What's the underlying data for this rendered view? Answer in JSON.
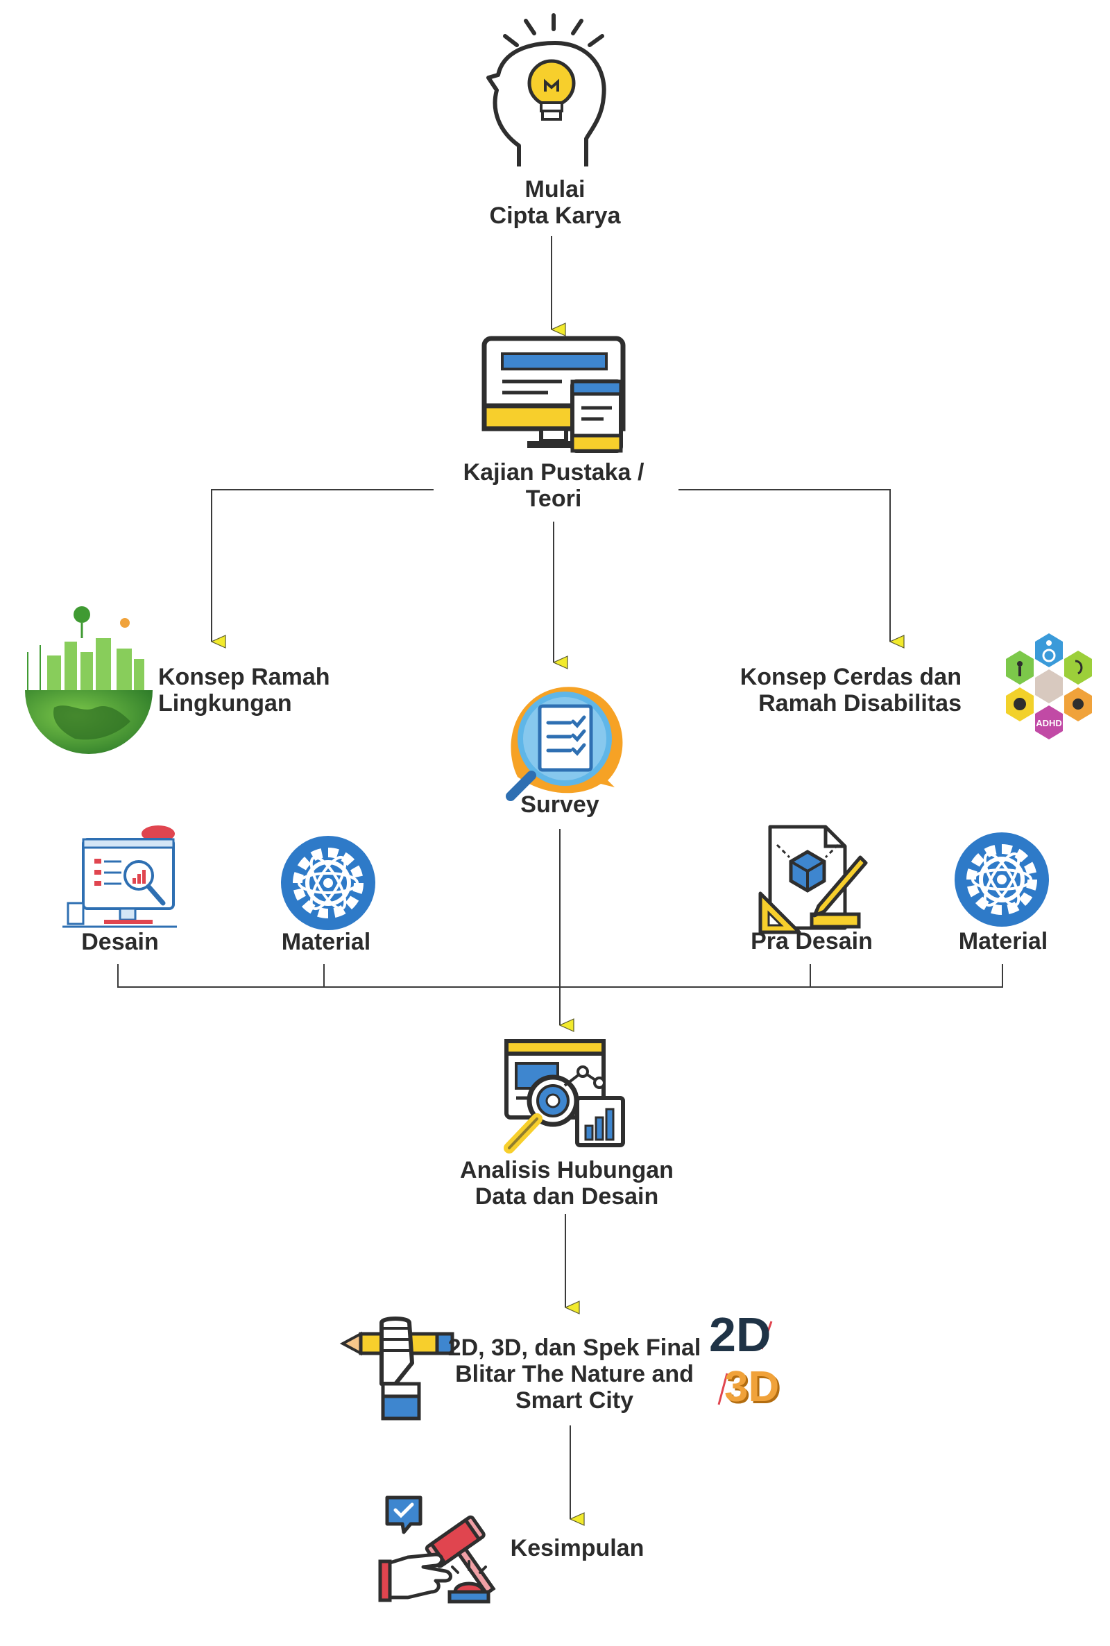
{
  "nodes": {
    "start": {
      "lines": [
        "Mulai",
        "Cipta Karya"
      ]
    },
    "literature": {
      "lines": [
        "Kajian Pustaka /",
        "Teori"
      ]
    },
    "eco": {
      "lines": [
        "Konsep Ramah",
        "Lingkungan"
      ]
    },
    "survey": {
      "lines": [
        "Survey"
      ]
    },
    "smart": {
      "lines": [
        "Konsep Cerdas dan",
        "Ramah Disabilitas"
      ]
    },
    "desain": {
      "lines": [
        "Desain"
      ]
    },
    "material_left": {
      "lines": [
        "Material"
      ]
    },
    "pradesain": {
      "lines": [
        "Pra Desain"
      ]
    },
    "material_right": {
      "lines": [
        "Material"
      ]
    },
    "analysis": {
      "lines": [
        "Analisis Hubungan",
        "Data dan Desain"
      ]
    },
    "final": {
      "lines": [
        "2D, 3D, dan Spek Final",
        "Blitar The Nature and",
        "Smart City"
      ]
    },
    "conclusion": {
      "lines": [
        "Kesimpulan"
      ]
    }
  },
  "badge_2d3d": {
    "top": "2D",
    "bottom": "3D"
  },
  "adhd_label": "ADHD",
  "icons": {
    "start": "lightbulb-head-icon",
    "literature": "computer-monitor-icon",
    "eco": "green-earth-city-icon",
    "survey": "survey-magnifier-icon",
    "smart": "disability-hexagon-icon",
    "desain": "design-monitor-icon",
    "material_left": "gear-atom-icon",
    "pradesain": "blueprint-cube-icon",
    "material_right": "gear-atom-icon",
    "analysis": "data-analysis-icon",
    "final": "hand-pencil-icon",
    "conclusion": "gavel-hand-icon"
  },
  "colors": {
    "text": "#2b2b2b",
    "line": "#3a3a3a",
    "arrow": "#f2ea2c",
    "yellow": "#f7cf2c",
    "blue": "#3e86cf",
    "dark": "#2e2e2e",
    "green": "#3f9a32",
    "orange": "#f0a23a",
    "red": "#e0454f"
  }
}
